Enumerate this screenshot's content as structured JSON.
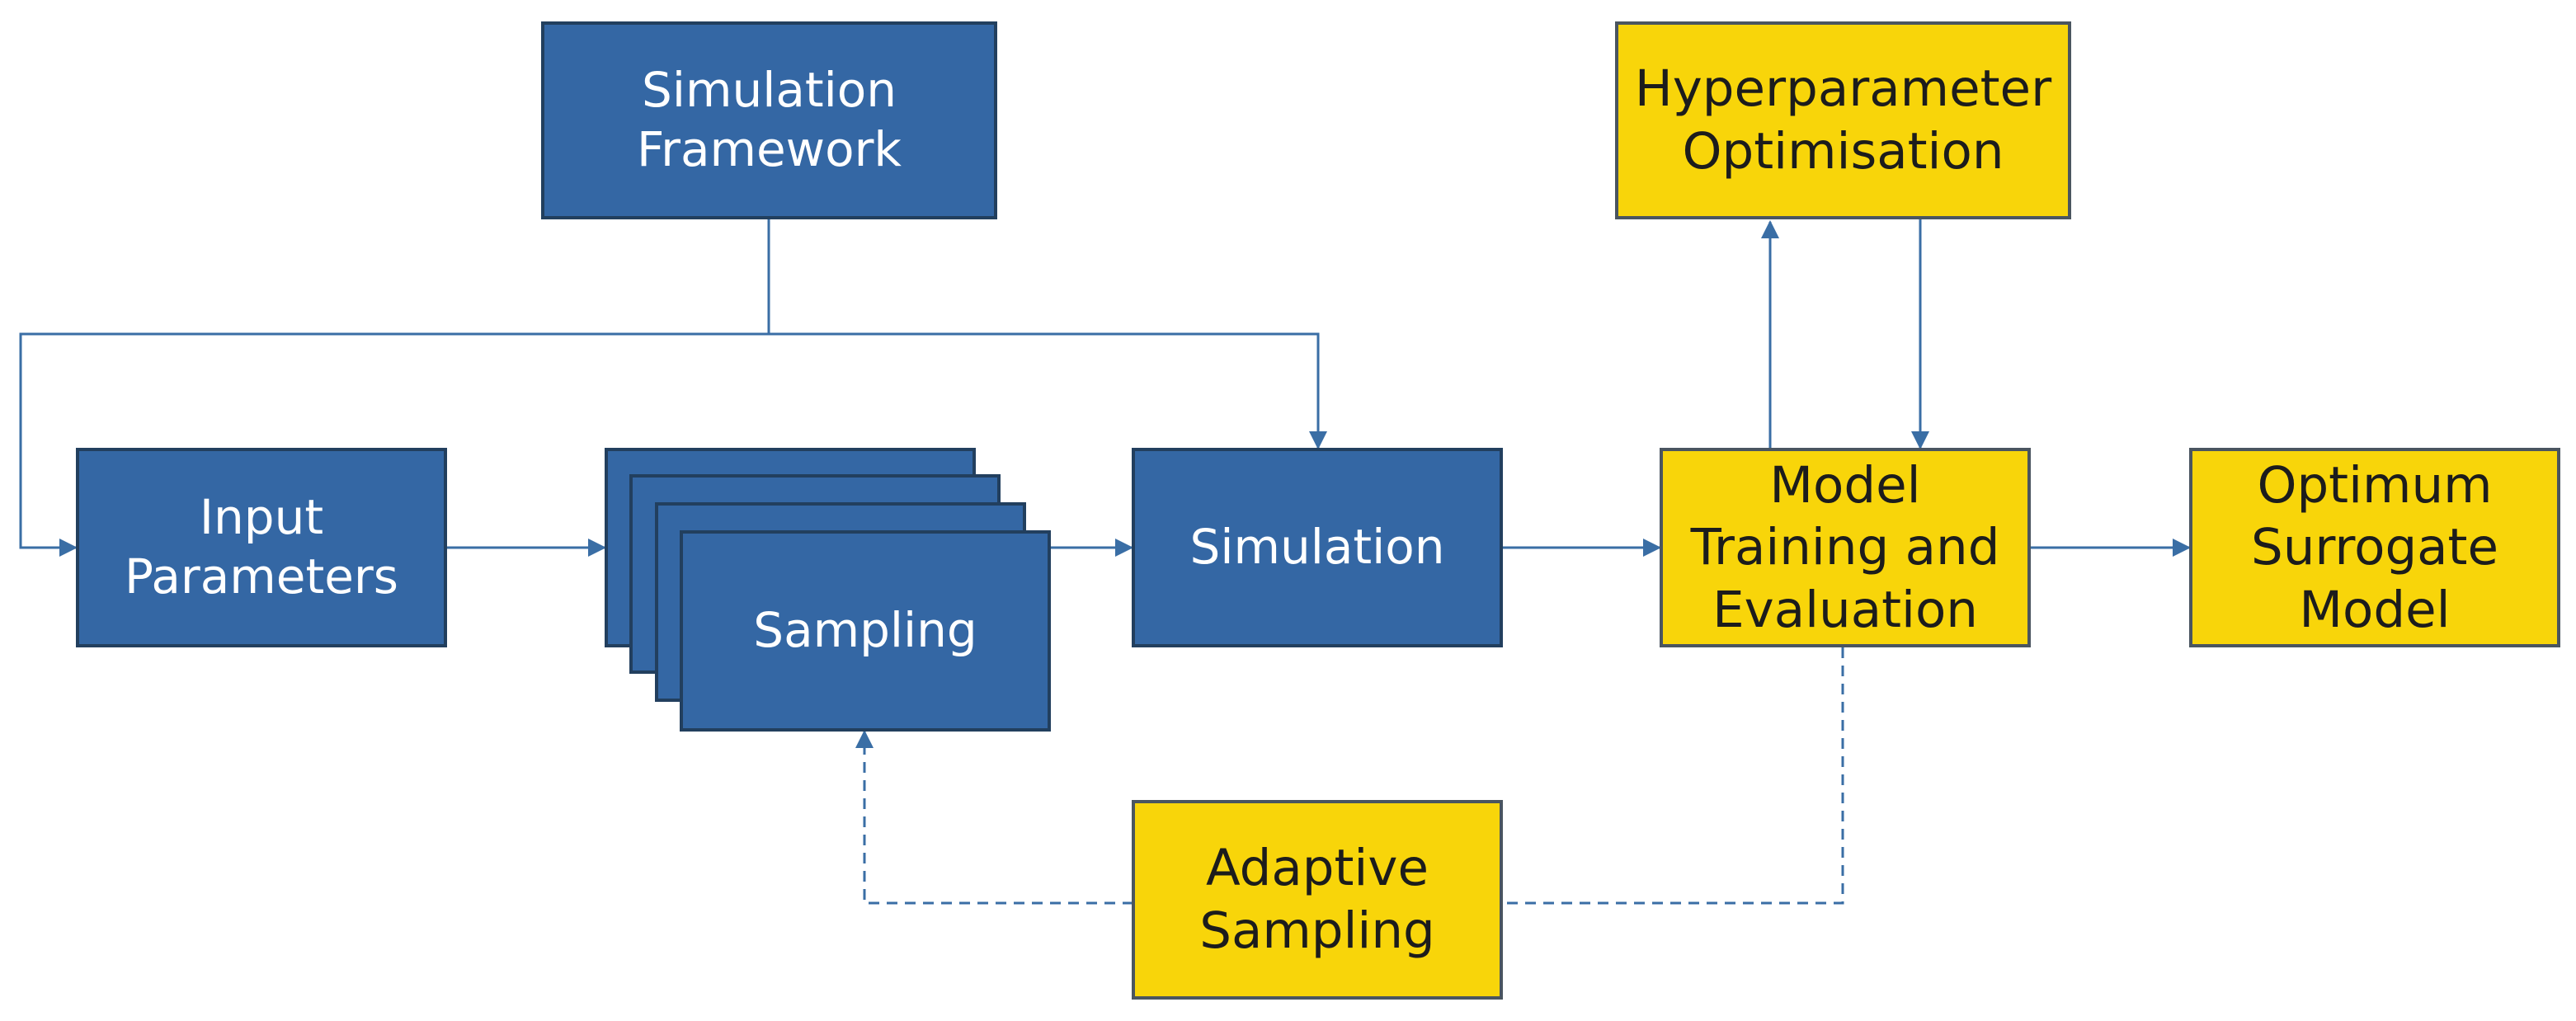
{
  "diagram": {
    "nodes": {
      "simulation_framework": "Simulation\nFramework",
      "input_parameters": "Input\nParameters",
      "sampling": "Sampling",
      "simulation": "Simulation",
      "model_training": "Model\nTraining and\nEvaluation",
      "hyperparameter_optimisation": "Hyperparameter\nOptimisation",
      "optimum_surrogate_model": "Optimum\nSurrogate\nModel",
      "adaptive_sampling": "Adaptive\nSampling"
    },
    "colors": {
      "process_blue": "#3467a4",
      "model_yellow": "#f8d50a",
      "connector": "#3a6ea5",
      "blue_border": "#223f5e"
    }
  }
}
